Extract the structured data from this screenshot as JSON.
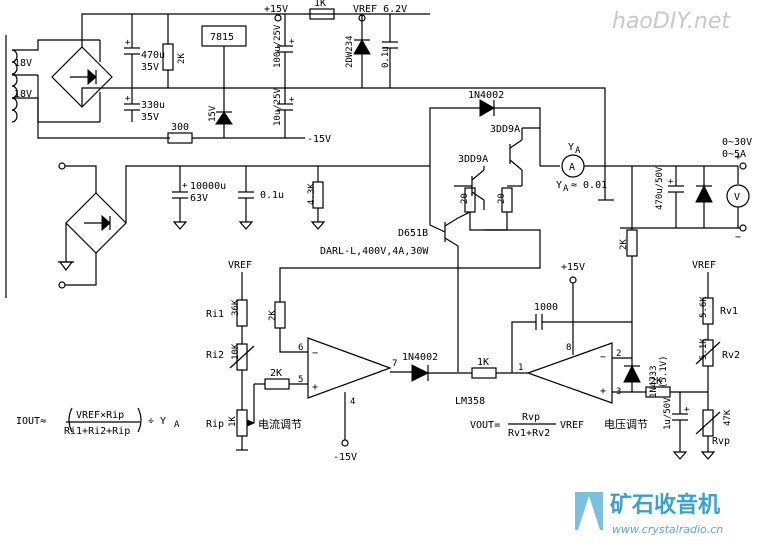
{
  "title": "",
  "watermark": {
    "site": "haoDIY.net",
    "site_cn": "矿石收音机",
    "site_url": "www.crystalradio.cn"
  },
  "transformer": {
    "sec1": "18V",
    "sec2": "18V"
  },
  "supply": {
    "c1": [
      "470u",
      "35V"
    ],
    "r1": "2K",
    "regulator": "7815",
    "c2": [
      "330u",
      "35V"
    ],
    "r2": "300",
    "zener15": "15V",
    "c3": "100u/25V",
    "c4": "10u/25V",
    "pos15": "+15V",
    "neg15": "-15V",
    "r3": "1K",
    "vref_title": "VREF 6.2V",
    "zener_ref": "2DW234",
    "c5": "0.1u"
  },
  "main": {
    "c_big": [
      "10000u",
      "63V"
    ],
    "c_small": "0.1u",
    "r_bleed": "4.3K",
    "d_fb": "1N4002",
    "q1": "3DD9A",
    "q2": "3DD9A",
    "re1": "20",
    "re2": "20",
    "darl": "D651B",
    "darl_spec": "DARL-L,400V,4A,30W",
    "ammeter": "A",
    "ya": "Y",
    "ya_sub": "A",
    "ya_eq": "Y",
    "ya_eq_sub": "A",
    "ya_eq_val": "≈ 0.01",
    "out_c": "470u/50V",
    "voltmeter": "V",
    "out_v": "0~30V",
    "out_a": "0~5A",
    "r_div": "2K"
  },
  "current_loop": {
    "vref": "VREF",
    "ri1_name": "Ri1",
    "ri1_val": "36K",
    "ri2_name": "Ri2",
    "ri2_val": "10K",
    "r_in": "2K",
    "r_fb": "2K",
    "rip_name": "Rip",
    "rip_val": "1K",
    "knob_label": "电流调节",
    "pin6": "6",
    "pin5": "5",
    "pin4": "4",
    "pin7": "7",
    "neg15": "-15V",
    "diode": "1N4002",
    "r_out": "1K",
    "opamp": "LM358",
    "formula_lhs": "IOUT≈",
    "formula_num": "VREF×Rip",
    "formula_den": "Ri1+Ri2+Rip",
    "formula_tail": "÷ Y",
    "formula_tail_sub": "A"
  },
  "voltage_loop": {
    "pos15": "+15V",
    "c_fb": "1000",
    "pin8": "8",
    "pin1": "1",
    "pin2": "2",
    "pin3": "3",
    "zener": "1N4733",
    "zener_v": "(5.1V)",
    "r_in": "2K",
    "c_in": "1u/50V",
    "vref": "VREF",
    "rv1_name": "Rv1",
    "rv1_val": "5.6K",
    "rv2_name": "Rv2",
    "rv2_val": "5.1K",
    "rvp_name": "Rvp",
    "rvp_val": "47K",
    "knob_label": "电压调节",
    "formula_lhs": "VOUT=",
    "formula_num": "Rvp",
    "formula_den": "Rv1+Rv2",
    "formula_tail": "VREF"
  }
}
